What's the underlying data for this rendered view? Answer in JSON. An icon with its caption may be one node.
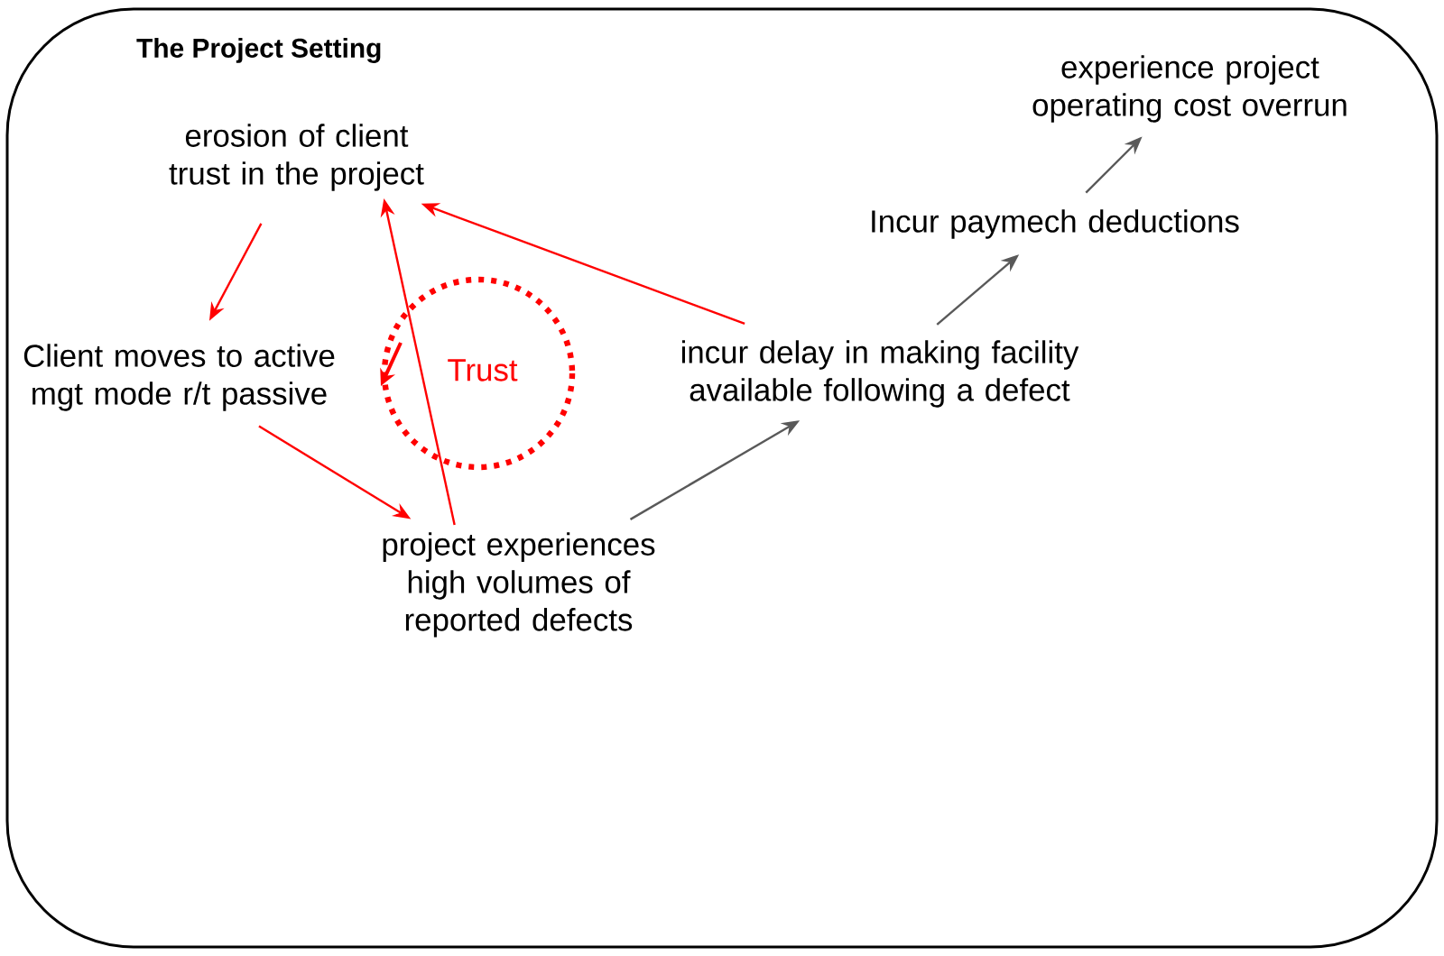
{
  "diagram": {
    "nodes": [
      {
        "text": [
          "The Project Setting"
        ]
      },
      {
        "text": [
          "erosion of client trust in the project"
        ],
        "in": 0
      },
      {
        "text": [
          "Client moves to active mgt mode r/t passive"
        ],
        "in": 0
      },
      {
        "text": [
          "Trust"
        ],
        "in": 0
      },
      {
        "text": [
          "project experiences high volumes of reported defects"
        ],
        "in": 0
      },
      {
        "text": [
          "incur delay in making facility available following a defect"
        ],
        "in": 0
      },
      {
        "text": [
          "Incur paymech deductions"
        ],
        "in": 0
      },
      {
        "text": [
          "experience project operating cost overrun"
        ],
        "in": 0
      }
    ],
    "edges": [
      {
        "from": 1,
        "to": 2,
        "arrow": "to"
      },
      {
        "from": 2,
        "to": 4,
        "arrow": "to"
      },
      {
        "from": 4,
        "to": 1,
        "arrow": "to"
      },
      {
        "from": 5,
        "to": 1,
        "arrow": "to"
      },
      {
        "from": 4,
        "to": 5,
        "arrow": "to",
        "color": "#595959"
      },
      {
        "from": 5,
        "to": 6,
        "arrow": "to",
        "color": "#595959"
      },
      {
        "from": 6,
        "to": 7,
        "arrow": "to",
        "color": "#595959"
      }
    ]
  }
}
